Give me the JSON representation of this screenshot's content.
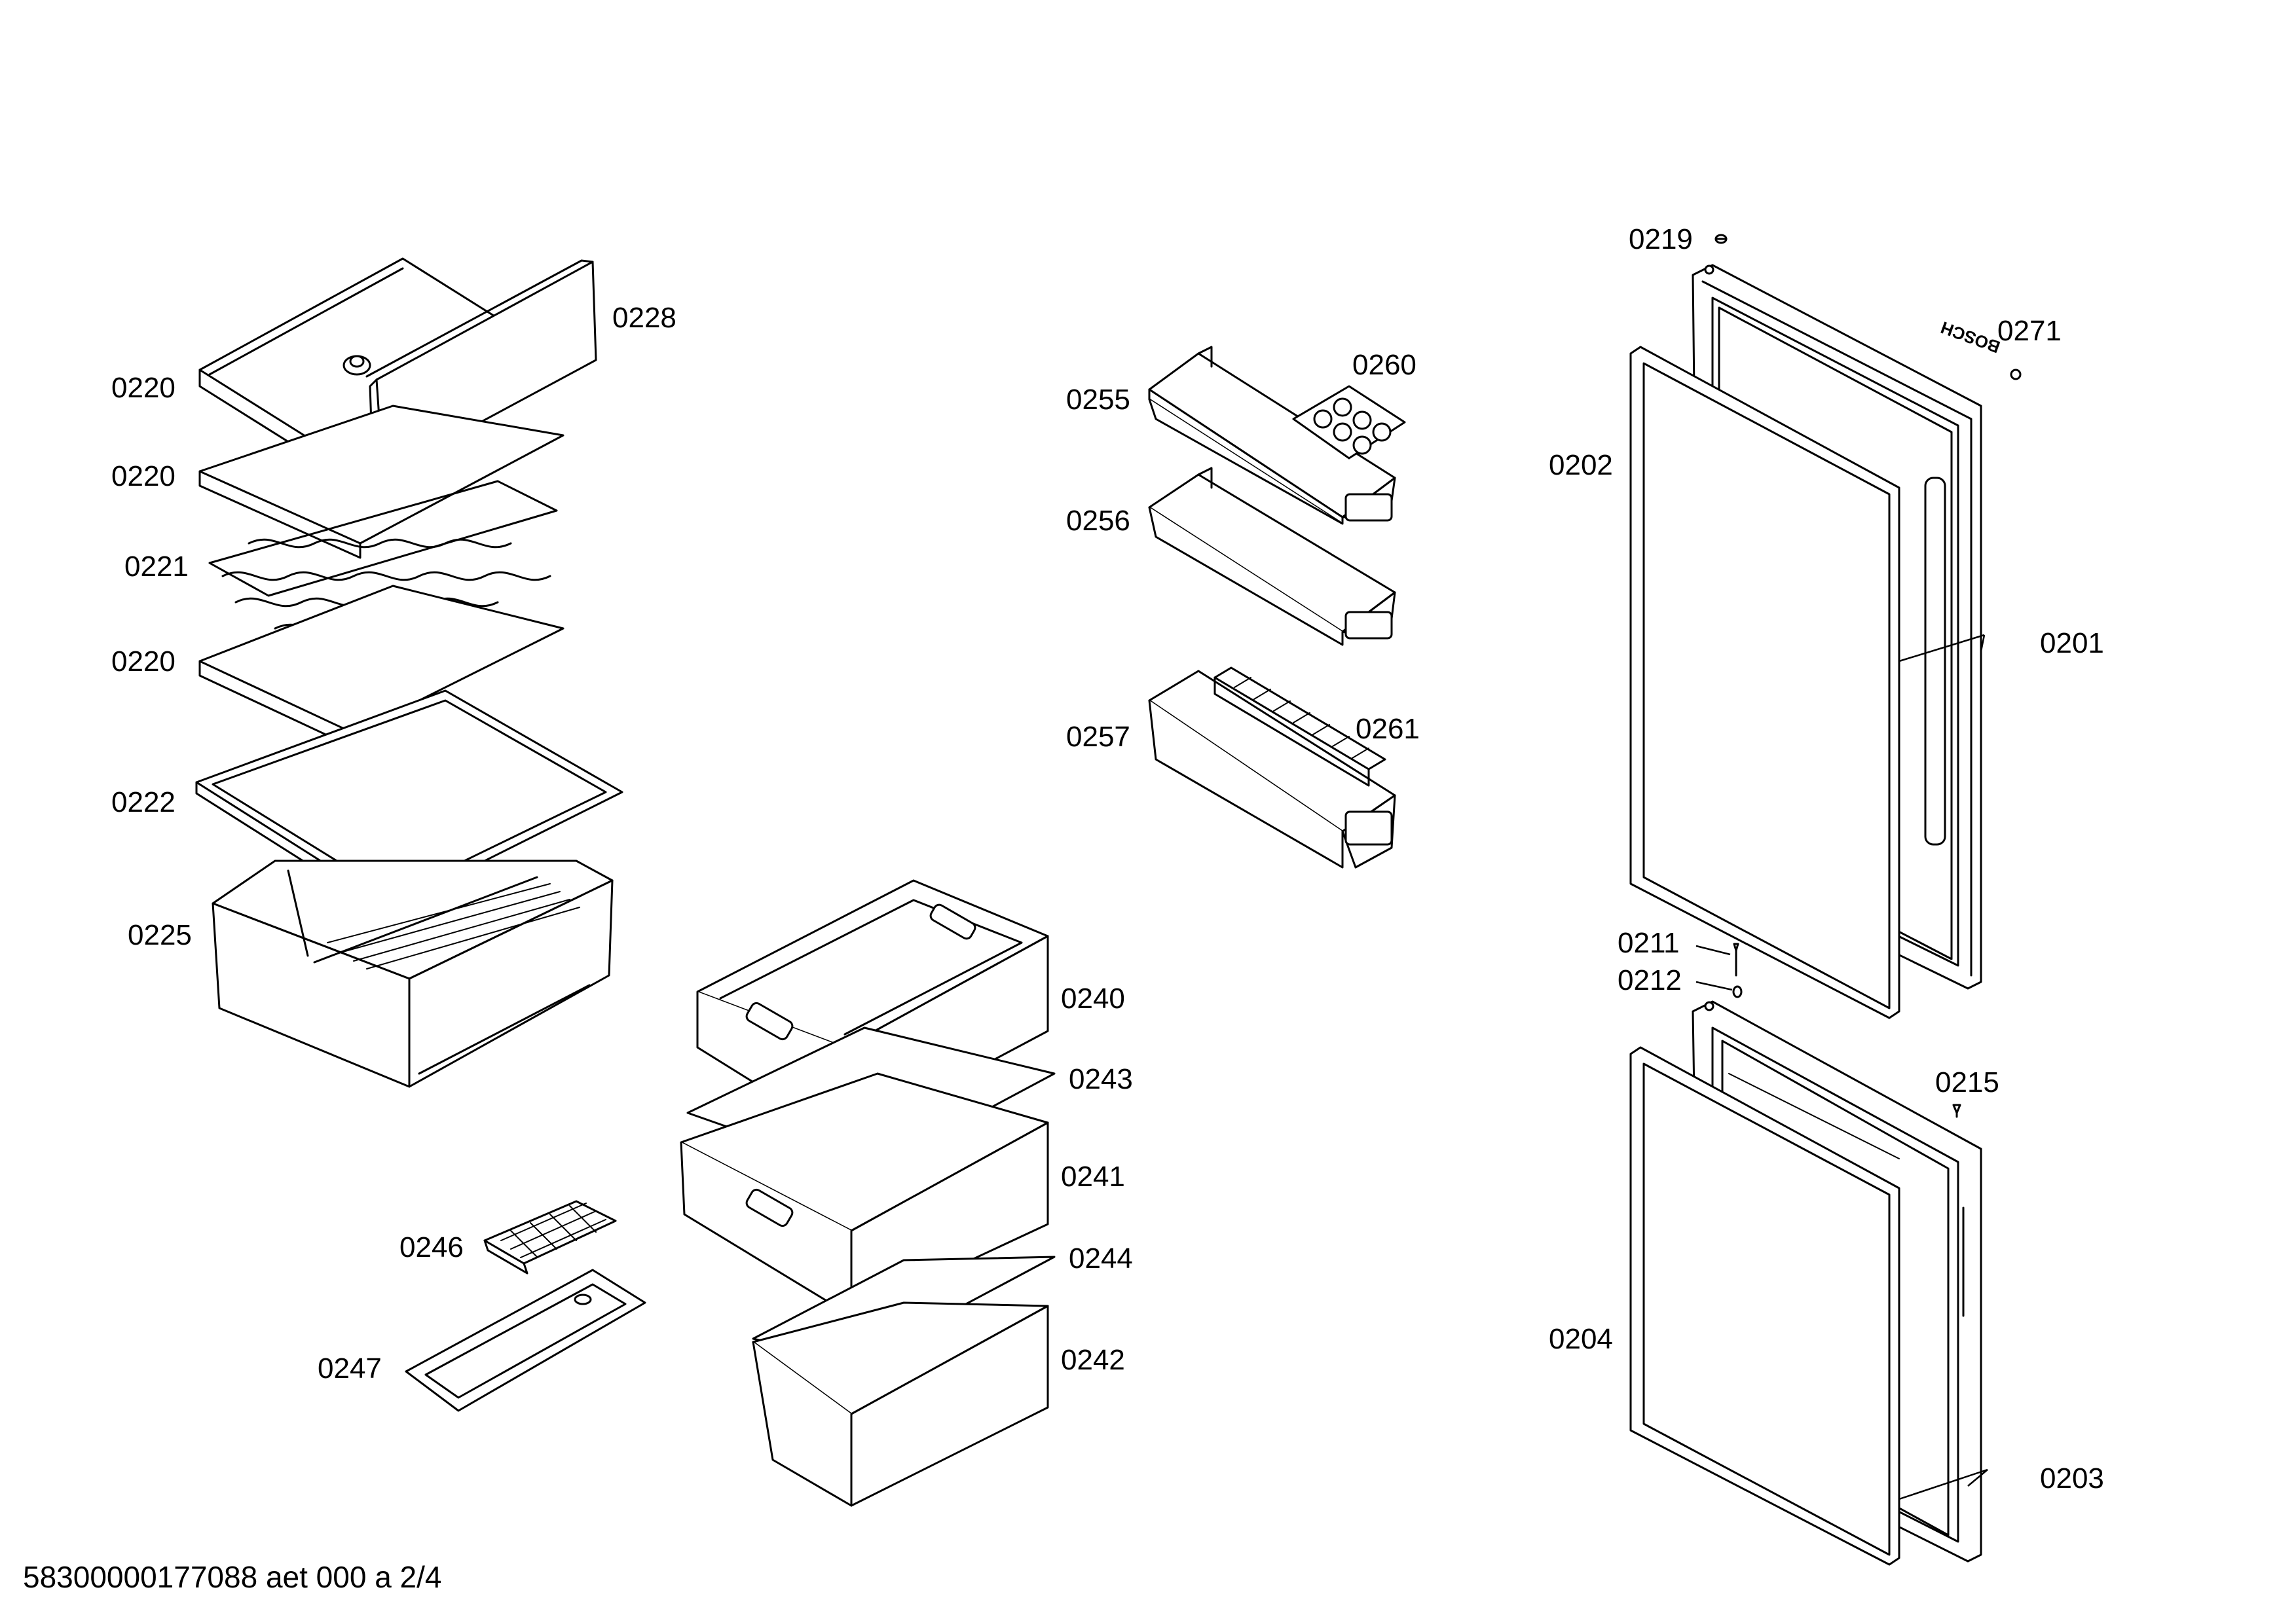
{
  "parts": {
    "shelf_0220_a": "0220",
    "shelf_0220_b": "0220",
    "wine_rack": "0221",
    "shelf_0220_c": "0220",
    "shelf_frame": "0222",
    "crisper_bin": "0225",
    "shelf_front_trim": "0228",
    "door_shelf_1": "0255",
    "egg_tray": "0260",
    "door_shelf_2": "0256",
    "door_shelf_3": "0257",
    "bottle_retainer": "0261",
    "drawer_1": "0240",
    "drawer_1_cover": "0243",
    "drawer_2": "0241",
    "drawer_2_cover": "0244",
    "drawer_3": "0242",
    "ice_tray": "0246",
    "ice_tray_holder": "0247",
    "door_cap": "0219",
    "upper_door_gasket": "0202",
    "logo_badge": "0271",
    "upper_door": "0201",
    "hinge_pin": "0211",
    "hinge_washer": "0212",
    "hinge_cap": "0215",
    "lower_door_gasket": "0204",
    "lower_door": "0203"
  },
  "logo_text": "BOSCH",
  "footer": "58300000177088 aet 000 a 2/4"
}
